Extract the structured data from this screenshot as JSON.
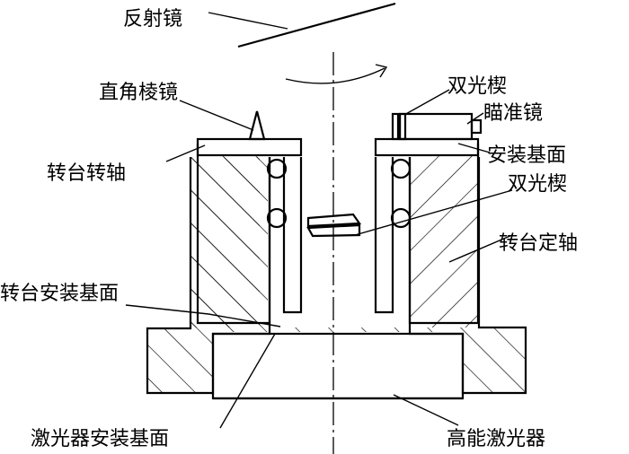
{
  "labels": {
    "mirror": "反射镜",
    "right_angle_prism": "直角棱镜",
    "double_wedge_top": "双光楔",
    "aiming_scope": "瞄准镜",
    "mount_surface": "安装基面",
    "turntable_shaft": "转台转轴",
    "double_wedge_mid": "双光楔",
    "fixed_shaft": "转台定轴",
    "turntable_mount_surface": "转台安装基面",
    "laser_mount_surface": "激光器安装基面",
    "high_energy_laser": "高能激光器"
  },
  "colors": {
    "line": "#000000",
    "background": "#ffffff"
  }
}
